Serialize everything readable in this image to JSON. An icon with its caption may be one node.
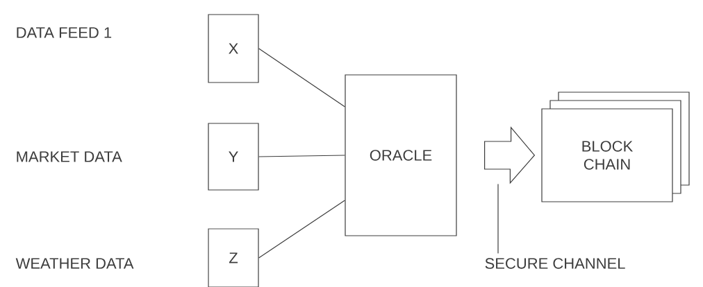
{
  "diagram": {
    "nodes": [
      {
        "text": [
          "X"
        ]
      },
      {
        "text": [
          "Y"
        ]
      },
      {
        "text": [
          "Z"
        ]
      },
      {
        "text": [
          "ORACLE"
        ]
      },
      {
        "text": [
          "BLOCK CHAIN"
        ]
      },
      {
        "text": [
          "SECURE CHANNEL"
        ]
      }
    ],
    "edges": [
      {
        "from": 0,
        "to": 3,
        "arrow": "none"
      },
      {
        "from": 1,
        "to": 3,
        "arrow": "none"
      },
      {
        "from": 2,
        "to": 3,
        "arrow": "none"
      },
      {
        "from": 3,
        "to": 4,
        "arrow": "to",
        "style": "thick"
      },
      {
        "from": 5,
        "to": null,
        "arrow": "none"
      }
    ],
    "labels": [
      "DATA FEED 1",
      "MARKET DATA",
      "WEATHER DATA"
    ]
  }
}
